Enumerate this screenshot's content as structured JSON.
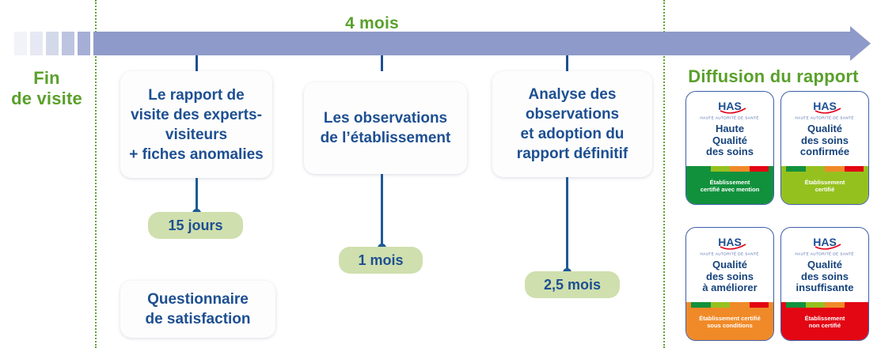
{
  "timeline": {
    "phase_start_label": "Fin\nde visite",
    "phase_start_line1": "Fin",
    "phase_start_line2": "de visite",
    "duration_label": "4 mois",
    "phase_end_label": "Diffusion du rapport",
    "arrow_color": "#8e9ac9",
    "accent_green": "#5aa02c",
    "accent_blue": "#1d4f91"
  },
  "steps": [
    {
      "id": "rapport-visite",
      "text": "Le rapport de visite des experts-visiteurs + fiches anomalies",
      "lines": [
        "Le rapport de",
        "visite des experts-",
        "visiteurs",
        "+ fiches anomalies"
      ],
      "duration": "15 jours"
    },
    {
      "id": "observations",
      "text": "Les observations de l'établissement",
      "lines": [
        "Les observations",
        "de l’établissement"
      ],
      "duration": "1 mois"
    },
    {
      "id": "analyse-adoption",
      "text": "Analyse des observations et adoption du rapport définitif",
      "lines": [
        "Analyse des",
        "observations",
        "et adoption du",
        "rapport définitif"
      ],
      "duration": "2,5 mois"
    }
  ],
  "extra_card": {
    "id": "questionnaire",
    "lines": [
      "Questionnaire",
      "de satisfaction"
    ],
    "text": "Questionnaire de satisfaction"
  },
  "badges": [
    {
      "id": "haute-qualite-des-soins",
      "logo": "HAS",
      "logo_subtitle": "haute autorité de santé",
      "title_lines": [
        "Haute",
        "Qualité",
        "des soins"
      ],
      "footer_lines": [
        "Établissement",
        "certifié avec mention"
      ],
      "level": "green",
      "level_color": "#12913c"
    },
    {
      "id": "qualite-des-soins-confirmee",
      "logo": "HAS",
      "logo_subtitle": "haute autorité de santé",
      "title_lines": [
        "Qualité",
        "des soins",
        "confirmée"
      ],
      "footer_lines": [
        "Établissement",
        "certifié"
      ],
      "level": "lime",
      "level_color": "#95c11f"
    },
    {
      "id": "qualite-des-soins-a-ameliorer",
      "logo": "HAS",
      "logo_subtitle": "haute autorité de santé",
      "title_lines": [
        "Qualité",
        "des soins",
        "à améliorer"
      ],
      "footer_lines": [
        "Établissement certifié",
        "sous conditions"
      ],
      "level": "orange",
      "level_color": "#f08a28"
    },
    {
      "id": "qualite-des-soins-insuffisante",
      "logo": "HAS",
      "logo_subtitle": "haute autorité de santé",
      "title_lines": [
        "Qualité",
        "des soins",
        "insuffisante"
      ],
      "footer_lines": [
        "Établissement",
        "non certifié"
      ],
      "level": "red",
      "level_color": "#e30613"
    }
  ],
  "scale_colors": [
    "#12913c",
    "#95c11f",
    "#f08a28",
    "#e30613"
  ]
}
